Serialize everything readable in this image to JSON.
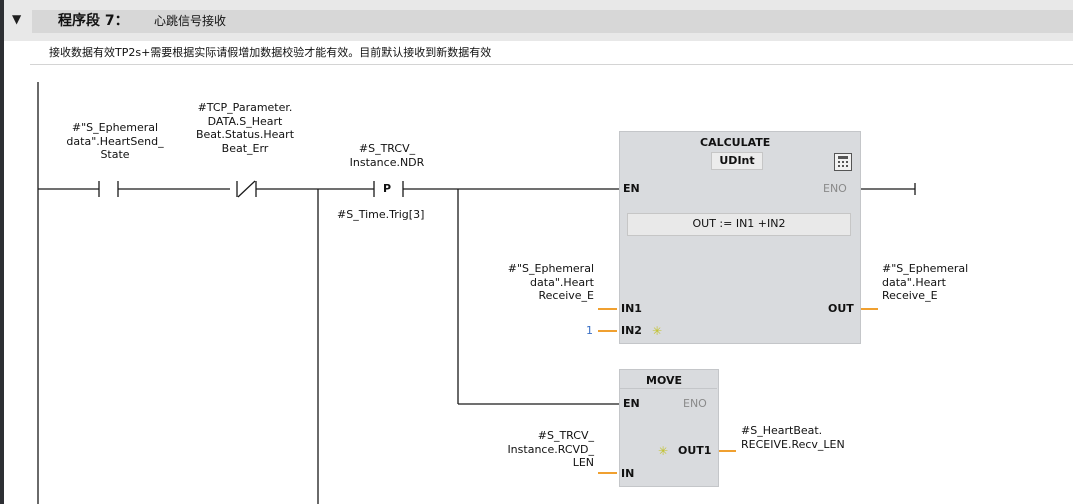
{
  "network": {
    "segment_label": "程序段 7：",
    "segment_title": "心跳信号接收",
    "comment": "接收数据有效TP2s+需要根据实际请假增加数据校验才能有效。目前默认接收到新数据有效"
  },
  "contacts": {
    "c1_operand": "#\"S_Ephemeral\ndata\".HeartSend_\nState",
    "c2_operand": "#TCP_Parameter.\nDATA.S_Heart\nBeat.Status.Heart\nBeat_Err",
    "c3_operand": "#S_TRCV_\nInstance.NDR",
    "c3_symbol": "P",
    "c3_edge_memory": "#S_Time.Trig[3]"
  },
  "calculate": {
    "title": "CALCULATE",
    "type": "UDInt",
    "expression": "OUT :=   IN1 +IN2",
    "en": "EN",
    "eno": "ENO",
    "in1": "IN1",
    "in2": "IN2",
    "out": "OUT",
    "in1_operand": "#\"S_Ephemeral\ndata\".Heart\nReceive_E",
    "in2_value": "1",
    "out_operand": "#\"S_Ephemeral\ndata\".Heart\nReceive_E"
  },
  "move": {
    "title": "MOVE",
    "en": "EN",
    "eno": "ENO",
    "in": "IN",
    "out1": "OUT1",
    "in_operand": "#S_TRCV_\nInstance.RCVD_\nLEN",
    "out1_operand": "#S_HeartBeat.\nRECEIVE.Recv_LEN"
  },
  "colors": {
    "wire": "#1a1a1a",
    "pin_line": "#f0a030",
    "box_fill": "#d9dbde",
    "header": "#d7d7d7"
  },
  "icons": [
    "collapse-triangle-icon",
    "calculator-icon",
    "new-pin-sparkle-icon"
  ]
}
